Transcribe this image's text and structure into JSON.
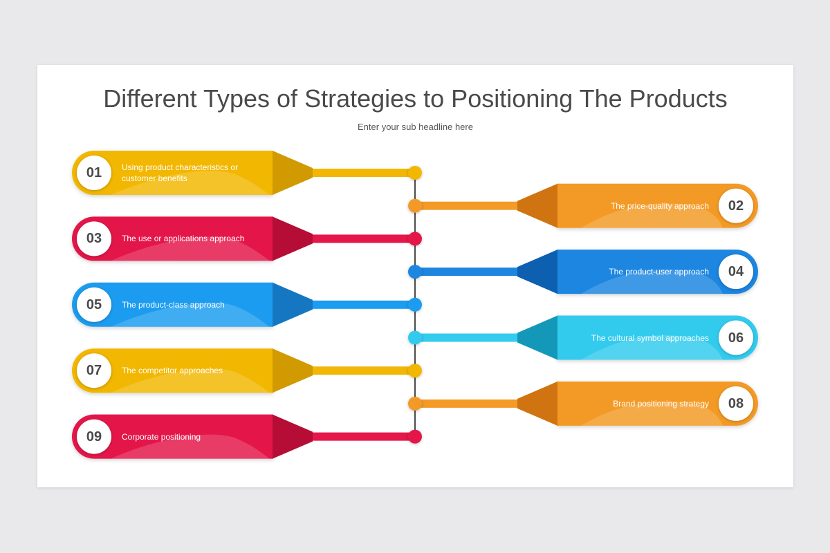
{
  "title": "Different Types of Strategies to Positioning The Products",
  "subtitle": "Enter your sub headline here",
  "items": [
    {
      "number": "01",
      "text": "Using product characteristics or customer benefits",
      "side": "left",
      "color": "#f2b705",
      "dark": "#d19a00"
    },
    {
      "number": "02",
      "text": "The price-quality approach",
      "side": "right",
      "color": "#f39a27",
      "dark": "#cf7410"
    },
    {
      "number": "03",
      "text": "The use or applications approach",
      "side": "left",
      "color": "#e4164a",
      "dark": "#b50d36"
    },
    {
      "number": "04",
      "text": "The product-user approach",
      "side": "right",
      "color": "#1d86e0",
      "dark": "#0d5fb0"
    },
    {
      "number": "05",
      "text": "The product-class approach",
      "side": "left",
      "color": "#1c9cf0",
      "dark": "#1577c2"
    },
    {
      "number": "06",
      "text": "The cultural symbol approaches",
      "side": "right",
      "color": "#33cbee",
      "dark": "#1398b9"
    },
    {
      "number": "07",
      "text": "The competitor approaches",
      "side": "left",
      "color": "#f2b705",
      "dark": "#d19a00"
    },
    {
      "number": "08",
      "text": "Brand positioning strategy",
      "side": "right",
      "color": "#f39a27",
      "dark": "#cf7410"
    },
    {
      "number": "09",
      "text": "Corporate positioning",
      "side": "left",
      "color": "#e4164a",
      "dark": "#b50d36"
    }
  ]
}
